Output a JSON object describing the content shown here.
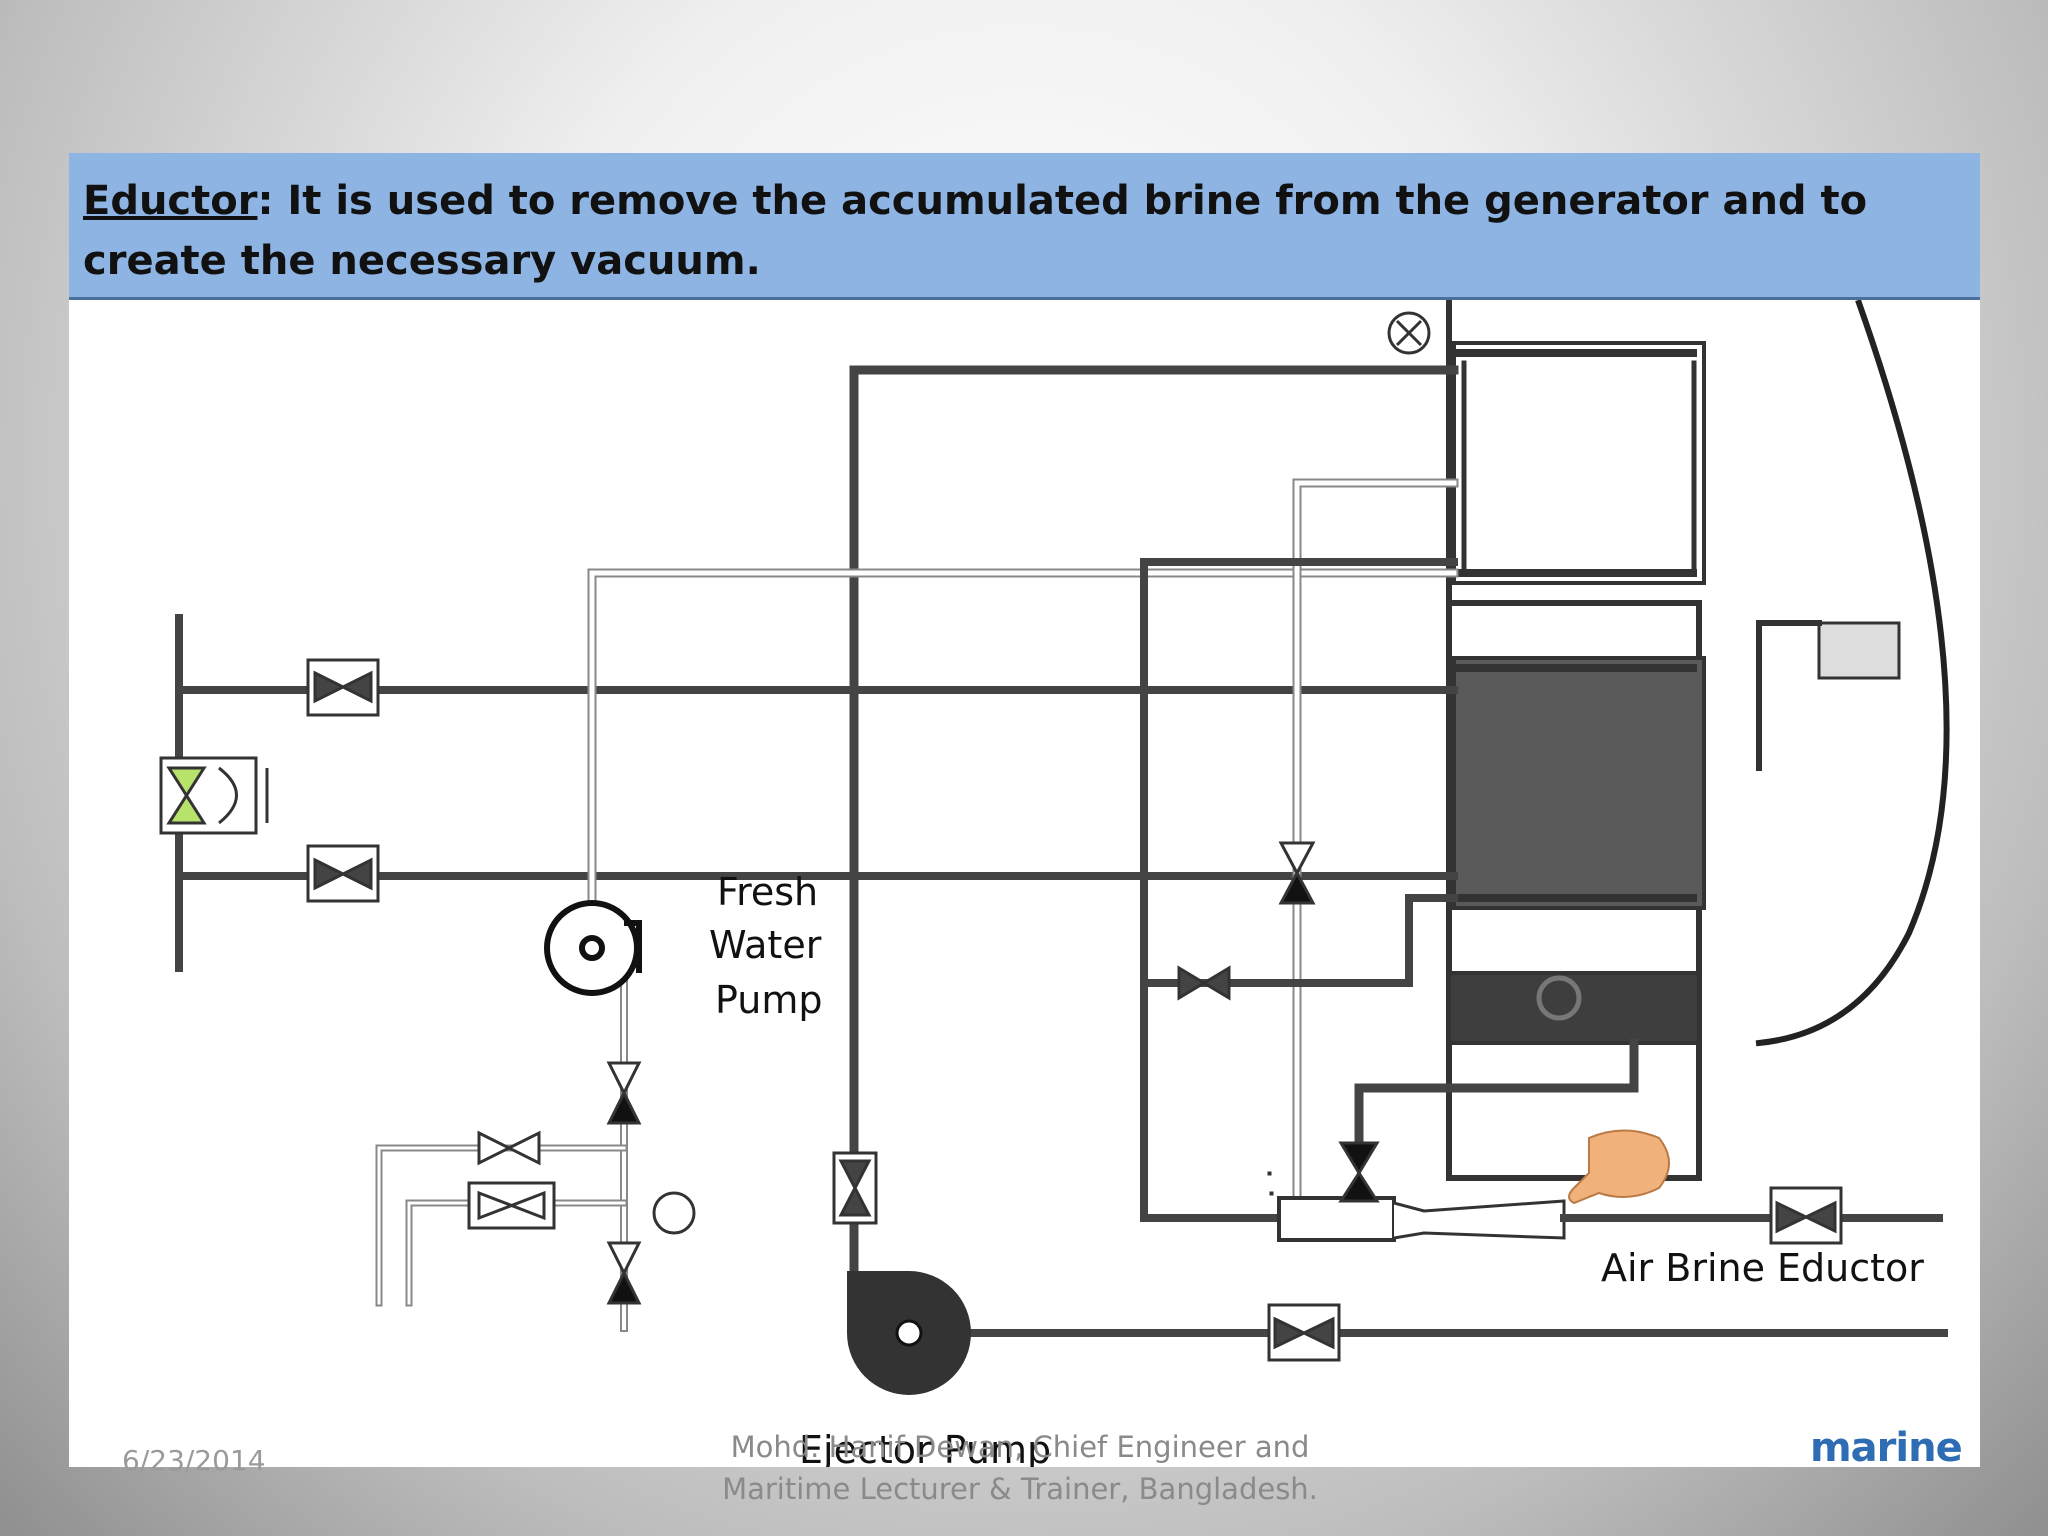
{
  "header": {
    "term": "Eductor",
    "text": ": It is used to remove the accumulated brine from the generator and to create the necessary vacuum."
  },
  "labels": {
    "fresh_water_pump": [
      "Fresh",
      "Water",
      "Pump"
    ],
    "air_brine_eductor": "Air Brine Eductor",
    "ejector_pump": "Ejector Pump"
  },
  "footer": {
    "date": "6/23/2014",
    "author_line1": "Mohd. Hanif Dewan, Chief Engineer and",
    "author_line2": "Maritime Lecturer & Trainer, Bangladesh."
  },
  "logo": "marine",
  "colors": {
    "header_bg": "#8eb4e3",
    "pipe_dark": "#444444",
    "valve_green": "#b7e36b",
    "hand": "#f0b27a",
    "logo": "#2e6db4"
  }
}
